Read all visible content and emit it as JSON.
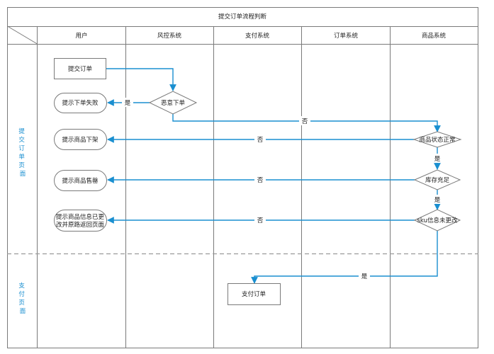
{
  "title": "提交订单流程判断",
  "columns": [
    "用户",
    "风控系统",
    "支付系统",
    "订单系统",
    "商品系统"
  ],
  "row_labels": [
    "提交订单页面",
    "支付页面"
  ],
  "nodes": {
    "submit_order": "提交订单",
    "submit_failed": "提示下单失败",
    "malicious_order": "恶意下单",
    "product_off_shelf": "提示商品下架",
    "product_status_ok": "商品状态正常",
    "product_sold_out": "提示商品售罄",
    "stock_sufficient": "库存充足",
    "info_changed": "提示商品信息已更改并原路返回页面",
    "info_changed_line1": "提示商品信息已更",
    "info_changed_line2": "改并原路返回页面",
    "sku_unchanged": "sku信息未更改",
    "pay_order": "支付订单"
  },
  "edge_labels": {
    "yes": "是",
    "no": "否"
  },
  "colors": {
    "flow": "#1a8fd0",
    "border": "#7a7a7a",
    "row_label": "#1a8fd0"
  }
}
